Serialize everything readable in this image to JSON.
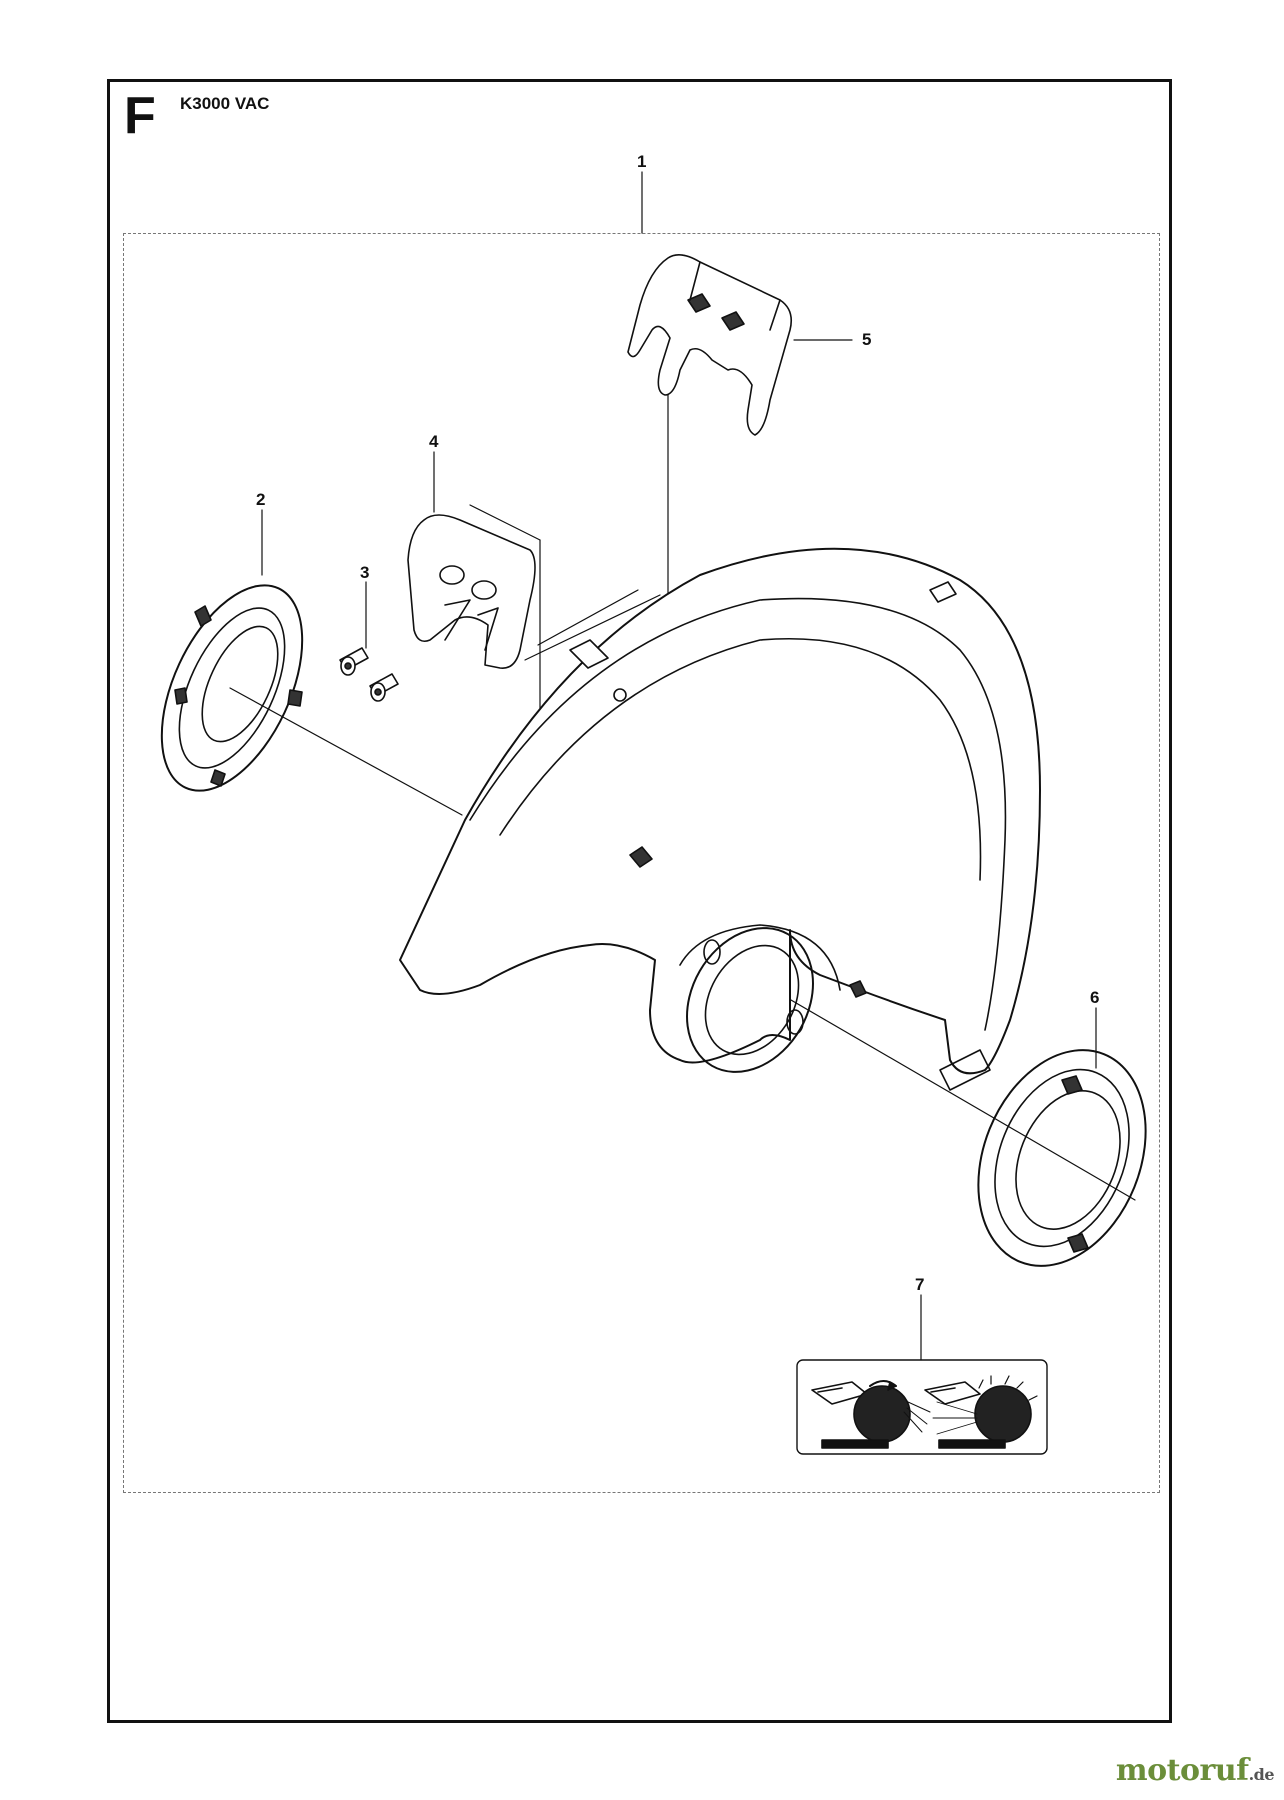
{
  "header": {
    "section_letter": "F",
    "model": "K3000 VAC"
  },
  "callouts": [
    {
      "id": "1",
      "label": "1"
    },
    {
      "id": "2",
      "label": "2"
    },
    {
      "id": "3",
      "label": "3"
    },
    {
      "id": "4",
      "label": "4"
    },
    {
      "id": "5",
      "label": "5"
    },
    {
      "id": "6",
      "label": "6"
    },
    {
      "id": "7",
      "label": "7"
    }
  ],
  "parts": [
    {
      "callout": "1",
      "icon": "blade-guard-icon"
    },
    {
      "callout": "2",
      "icon": "guard-ring-icon"
    },
    {
      "callout": "3",
      "icon": "screw-icon"
    },
    {
      "callout": "4",
      "icon": "guard-bracket-icon"
    },
    {
      "callout": "5",
      "icon": "guard-handle-icon"
    },
    {
      "callout": "6",
      "icon": "bearing-ring-icon"
    },
    {
      "callout": "7",
      "icon": "warning-decal-icon"
    }
  ],
  "watermark": {
    "brand": "motoruf",
    "tld": ".de"
  },
  "colors": {
    "line": "#111111",
    "dash": "#777777",
    "fill_dark": "#333333"
  }
}
